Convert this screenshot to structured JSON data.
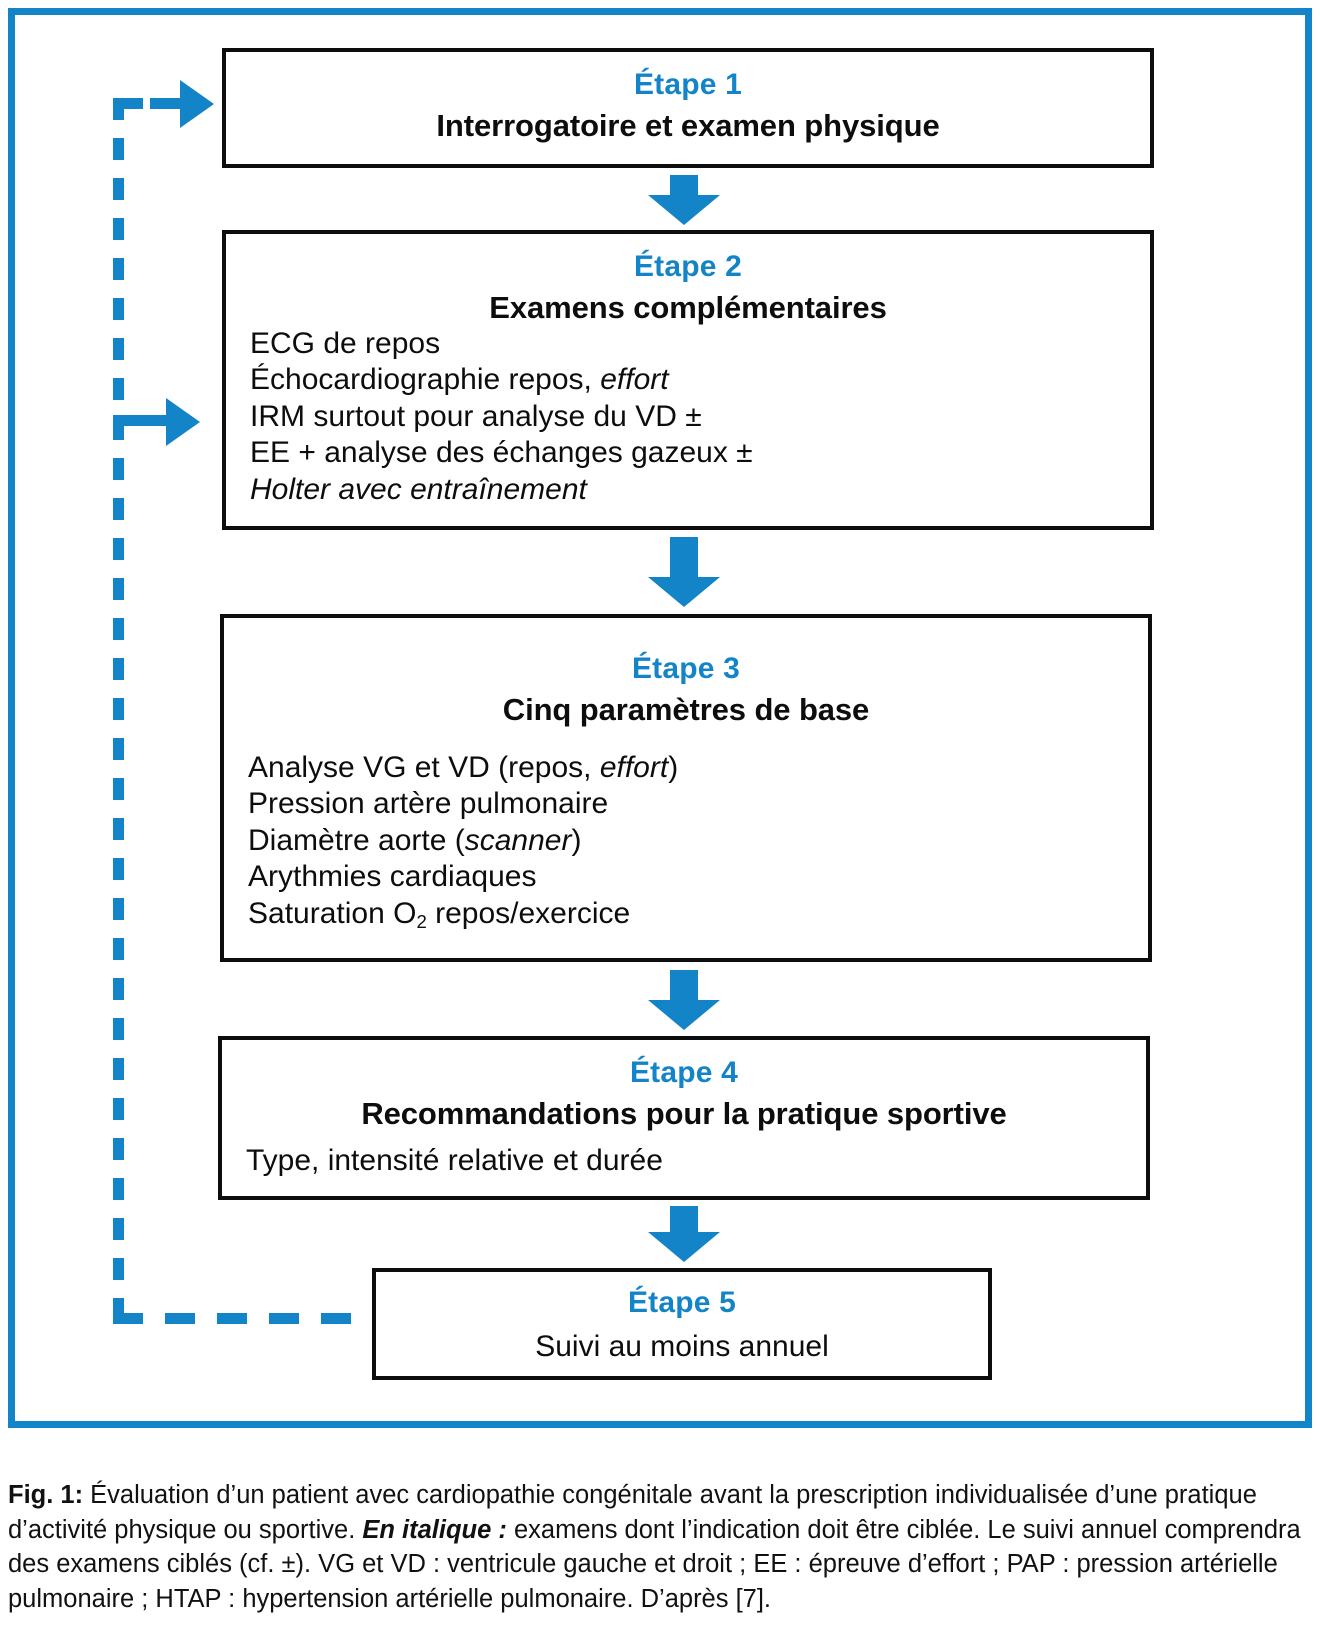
{
  "figure": {
    "accent_color": "#1384c8",
    "box_border_color": "#0d0d0d",
    "steps": [
      {
        "id": "step-1",
        "etape": "Étape 1",
        "subtitle": "Interrogatoire et examen physique",
        "lines": []
      },
      {
        "id": "step-2",
        "etape": "Étape 2",
        "subtitle": "Examens complémentaires",
        "lines": [
          "ECG de repos",
          "Échocardiographie repos, effort",
          "IRM surtout pour analyse du VD ±",
          "EE + analyse des échanges gazeux ±",
          "Holter avec entraînement"
        ],
        "lines_italic_parts": [
          "",
          "effort",
          "",
          "",
          "Holter avec entraînement"
        ]
      },
      {
        "id": "step-3",
        "etape": "Étape 3",
        "subtitle": "Cinq paramètres de base",
        "lines": [
          "Analyse VG et VD (repos, effort)",
          "Pression artère pulmonaire",
          "Diamètre aorte (scanner)",
          "Arythmies cardiaques",
          "Saturation O2 repos/exercice"
        ],
        "lines_italic_parts": [
          "effort",
          "",
          "scanner",
          "",
          ""
        ]
      },
      {
        "id": "step-4",
        "etape": "Étape 4",
        "subtitle": "Recommandations pour la pratique sportive",
        "lines": [
          "Type, intensité relative et durée"
        ]
      },
      {
        "id": "step-5",
        "etape": "Étape 5",
        "subtitle": "",
        "plain": "Suivi au moins annuel",
        "lines": []
      }
    ],
    "connectors": {
      "arrow_1_2": "down-arrow",
      "arrow_2_3": "down-arrow",
      "arrow_3_4": "down-arrow",
      "arrow_4_5": "down-arrow",
      "feedback_label": "dashed feedback loop from Étape 5 to Étape 1 and Étape 2"
    }
  },
  "caption": {
    "label": "Fig. 1",
    "separator": ":",
    "part1": " Évaluation d’un patient avec cardiopathie congénitale avant la prescription individualisée d’une pratique d’activité physique ou sportive. ",
    "emphasis": "En italique :",
    "part2": " examens dont l’indication doit être ciblée. Le suivi annuel comprendra des examens ciblés (cf. ±). VG et VD : ventricule gauche et droit ; EE : épreuve d’effort ; PAP : pression artérielle pulmonaire ; HTAP : hypertension artérielle pulmonaire. D’après [7]."
  }
}
